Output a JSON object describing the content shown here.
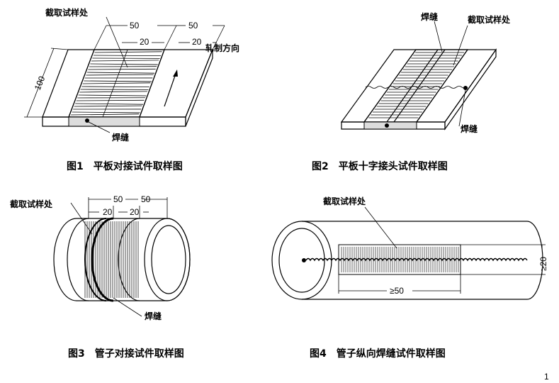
{
  "figures": [
    {
      "caption": "图1　平板对接试件取样图",
      "label_sample": "截取试样处",
      "label_weld": "焊缝",
      "label_rolling": "轧制方向",
      "dim_50": "50",
      "dim_50b": "50",
      "dim_20": "20",
      "dim_20b": "20",
      "dim_100": "100"
    },
    {
      "caption": "图2　平板十字接头试件取样图",
      "label_weld_top": "焊缝",
      "label_sample": "截取试样处",
      "label_weld": "焊缝"
    },
    {
      "caption": "图3　管子对接试件取样图",
      "label_sample": "截取试样处",
      "label_weld": "焊缝",
      "dim_50": "50",
      "dim_50b": "50",
      "dim_20": "20",
      "dim_20b": "20"
    },
    {
      "caption": "图4　管子纵向焊缝试件取样图",
      "label_sample": "截取试样处",
      "dim_ge50": "≥50",
      "dim_ge20": "≥20"
    }
  ],
  "page_number": "1"
}
